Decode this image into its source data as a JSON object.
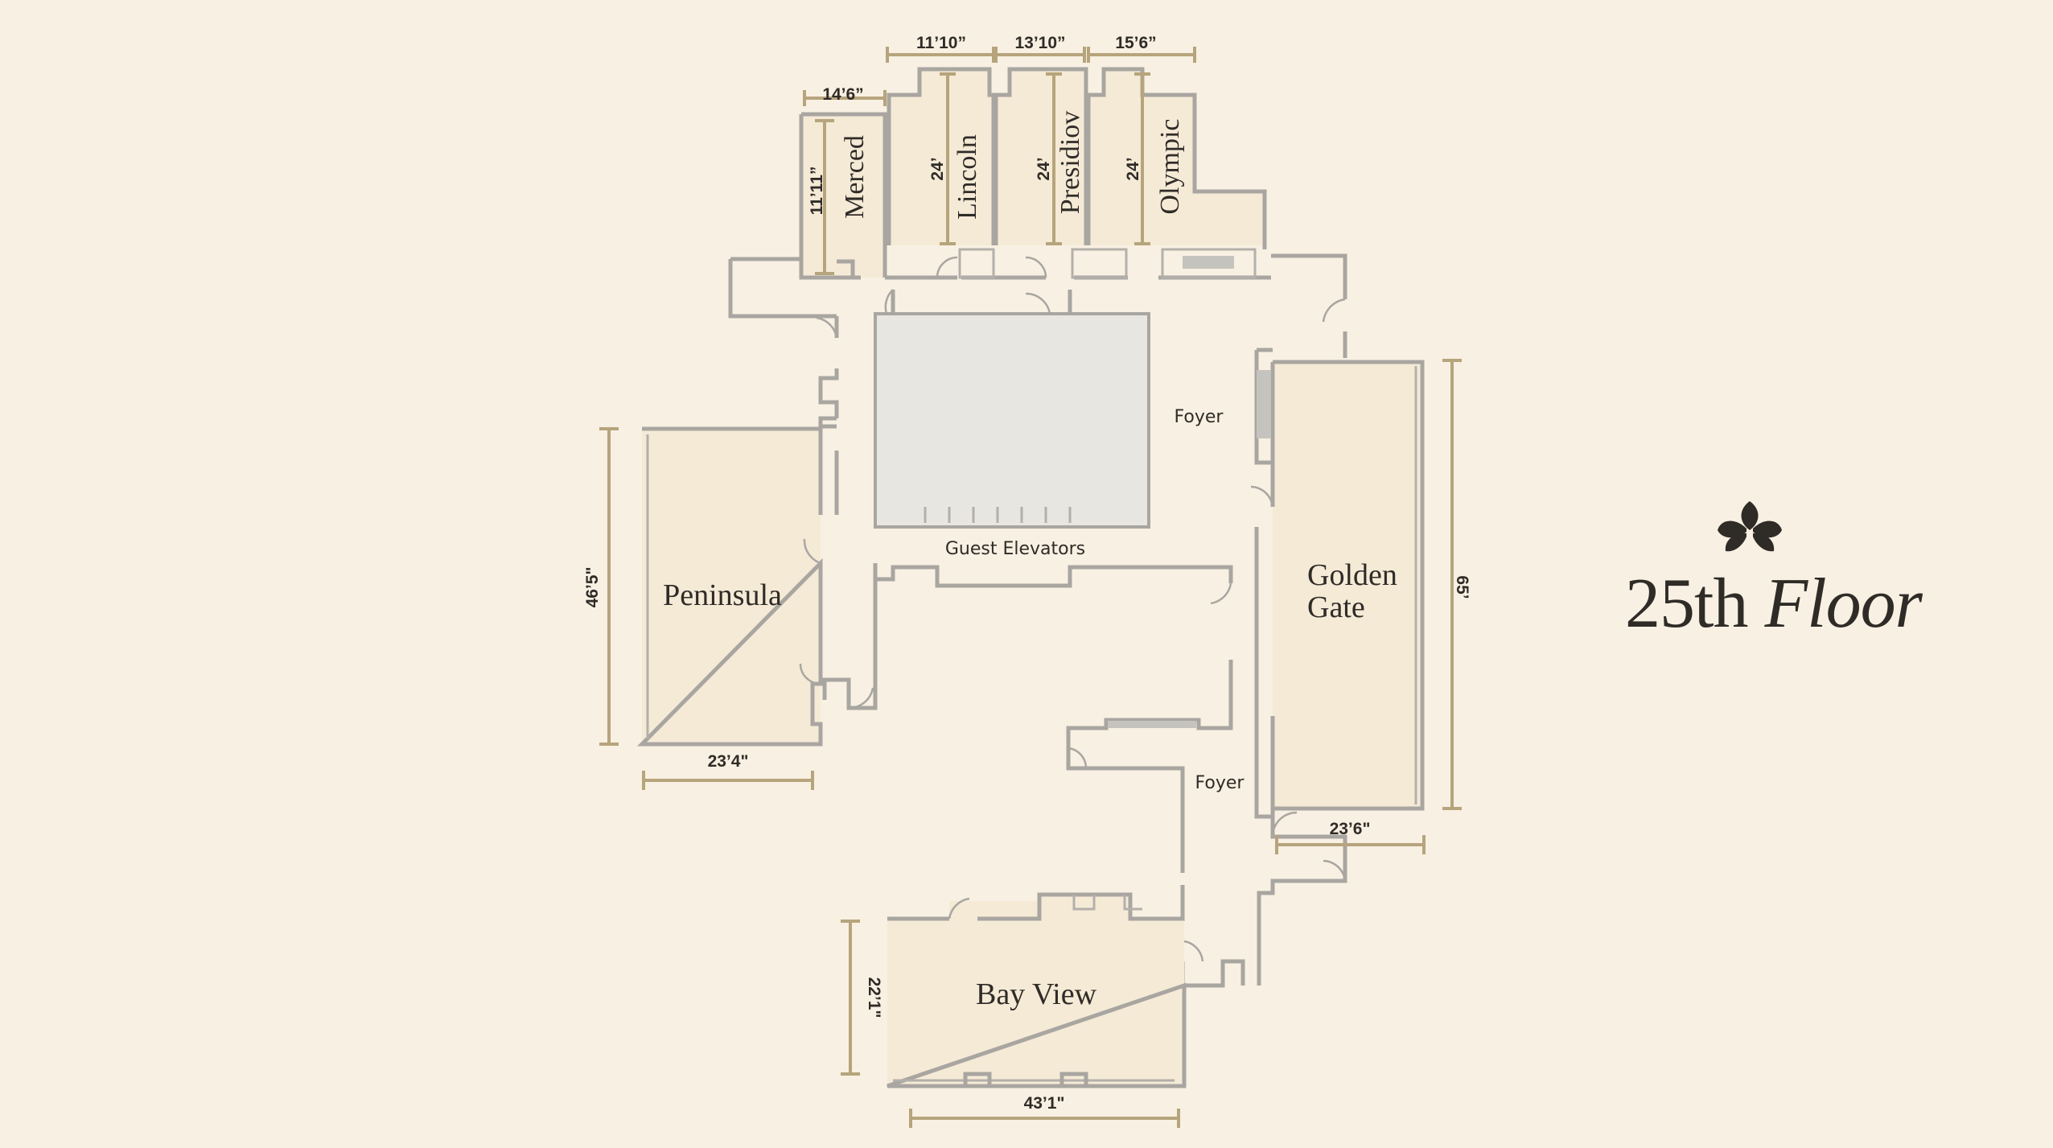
{
  "floor": {
    "number": "25th",
    "word": "Floor"
  },
  "rooms": {
    "merced": "Merced",
    "lincoln": "Lincoln",
    "presidio": "Presidiov",
    "olympic": "Olympic",
    "peninsula": "Peninsula",
    "golden_gate_1": "Golden",
    "golden_gate_2": "Gate",
    "bay_view": "Bay View"
  },
  "areas": {
    "foyer_top": "Foyer",
    "foyer_bottom": "Foyer",
    "guest_elevators": "Guest Elevators"
  },
  "dimensions": {
    "merced_width": "14’6”",
    "merced_height": "11’11”",
    "lincoln_width": "11’10”",
    "lincoln_height": "24’",
    "presidio_width": "13’10”",
    "presidio_height": "24’",
    "olympic_width": "15’6”",
    "olympic_height": "24’",
    "peninsula_height": "46’5\"",
    "peninsula_width": "23’4\"",
    "golden_gate_height": "65’",
    "golden_gate_width": "23’6\"",
    "bay_view_height": "22’1\"",
    "bay_view_width": "43’1\""
  },
  "colors": {
    "background": "#f8f0e2",
    "wall": "#a9a6a1",
    "dimension_line": "#b6a47c",
    "text": "#2f2b27",
    "elevator_block": "#e8e6e0"
  },
  "icons": {
    "logo": "fleur-leaf-icon"
  }
}
